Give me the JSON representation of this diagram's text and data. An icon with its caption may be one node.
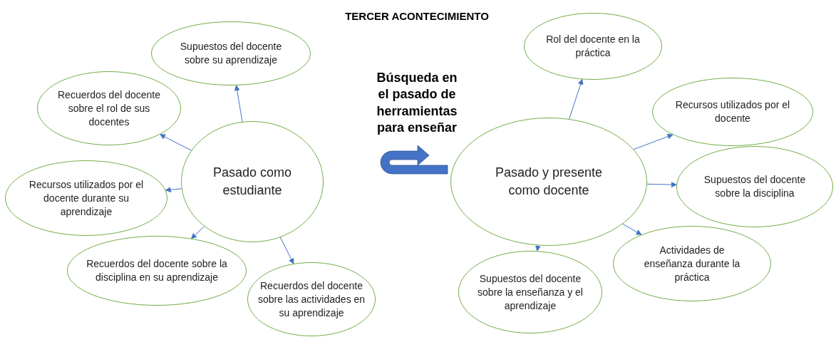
{
  "diagram": {
    "title": "TERCER ACONTECIMIENTO",
    "nodes": [
      {
        "text": [
          "Pasado como estudiante"
        ]
      },
      {
        "text": [
          "Supuestos del docente sobre su aprendizaje"
        ]
      },
      {
        "text": [
          "Recuerdos del docente sobre el rol de sus docentes"
        ]
      },
      {
        "text": [
          "Recursos utilizados por el docente durante su aprendizaje"
        ]
      },
      {
        "text": [
          "Recuerdos del docente sobre la disciplina en su aprendizaje"
        ]
      },
      {
        "text": [
          "Recuerdos del docente sobre las actividades en su aprendizaje"
        ]
      },
      {
        "text": [
          "Pasado y presente como docente"
        ]
      },
      {
        "text": [
          "Rol del docente en la práctica"
        ]
      },
      {
        "text": [
          "Recursos utilizados por el docente"
        ]
      },
      {
        "text": [
          "Supuestos del docente sobre la disciplina"
        ]
      },
      {
        "text": [
          "Actividades de enseñanza durante la práctica"
        ]
      },
      {
        "text": [
          "Supuestos del docente sobre la enseñanza y el aprendizaje"
        ]
      }
    ],
    "edges": [
      {
        "from": 0,
        "to": 1,
        "arrow": "to"
      },
      {
        "from": 0,
        "to": 2,
        "arrow": "to"
      },
      {
        "from": 0,
        "to": 3,
        "arrow": "to"
      },
      {
        "from": 0,
        "to": 4,
        "arrow": "to"
      },
      {
        "from": 0,
        "to": 5,
        "arrow": "to"
      },
      {
        "from": 6,
        "to": 7,
        "arrow": "to"
      },
      {
        "from": 6,
        "to": 8,
        "arrow": "to"
      },
      {
        "from": 6,
        "to": 9,
        "arrow": "to"
      },
      {
        "from": 6,
        "to": 10,
        "arrow": "to"
      },
      {
        "from": 6,
        "to": 11,
        "arrow": "to"
      }
    ],
    "labels": [
      "Búsqueda en el pasado de herramientas para enseñar"
    ]
  }
}
